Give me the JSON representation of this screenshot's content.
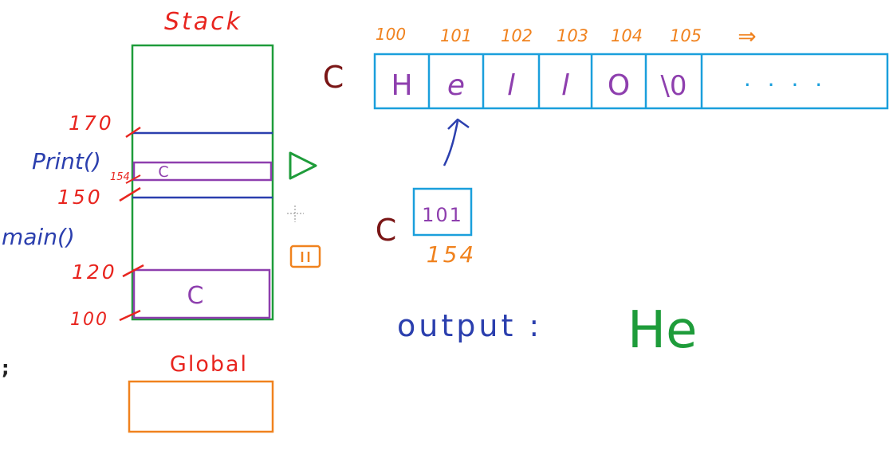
{
  "colors": {
    "red": "#e8251f",
    "green": "#1e9c3a",
    "blue": "#2b3fae",
    "purple": "#8e3fae",
    "orange": "#f0821e",
    "cyan": "#1a9fdc",
    "maroon": "#7a1616"
  },
  "stack": {
    "title": "Stack",
    "frames": [
      {
        "name": "Print()",
        "var": "C",
        "var_address": "154"
      },
      {
        "name": "main()",
        "var": "C"
      }
    ],
    "addresses": [
      "170",
      "150",
      "120",
      "100"
    ]
  },
  "global": {
    "title": "Global"
  },
  "markers": {
    "play_icon": "play-icon",
    "pause_icon": "pause-icon"
  },
  "array": {
    "name": "C",
    "cells": [
      "H",
      "e",
      "l",
      "l",
      "O",
      "\\0",
      ". . . ."
    ],
    "addresses": [
      "100",
      "101",
      "102",
      "103",
      "104",
      "105"
    ],
    "continue_arrow": "⇒"
  },
  "pointer": {
    "name": "C",
    "value": "101",
    "address": "154"
  },
  "output": {
    "label": "output :",
    "value": "He"
  },
  "stray": {
    "semicolon": ";"
  }
}
